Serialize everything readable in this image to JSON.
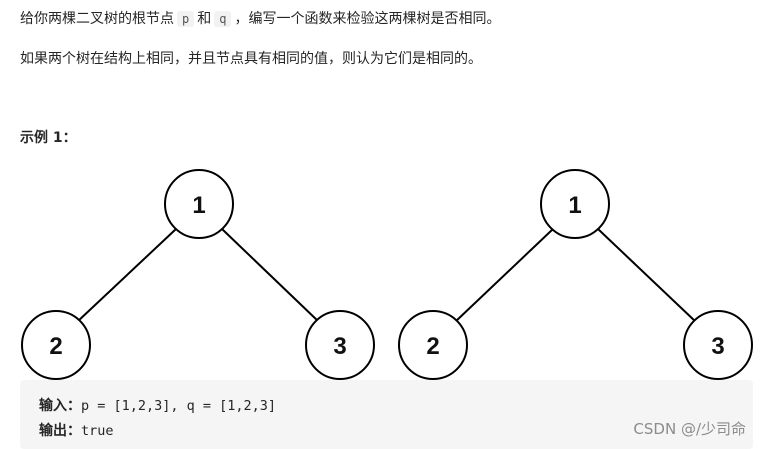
{
  "intro": {
    "before": "给你两棵二叉树的根节点",
    "p": "p",
    "and": "和",
    "q": "q",
    "after": "，编写一个函数来检验这两棵树是否相同。"
  },
  "rule": "如果两个树在结构上相同，并且节点具有相同的值，则认为它们是相同的。",
  "example": {
    "title": "示例 1：",
    "trees": [
      {
        "root": "1",
        "left": "2",
        "right": "3"
      },
      {
        "root": "1",
        "left": "2",
        "right": "3"
      }
    ],
    "input_label": "输入：",
    "input_value": "p = [1,2,3], q = [1,2,3]",
    "output_label": "输出：",
    "output_value": "true"
  },
  "watermark": "CSDN @/少司命"
}
